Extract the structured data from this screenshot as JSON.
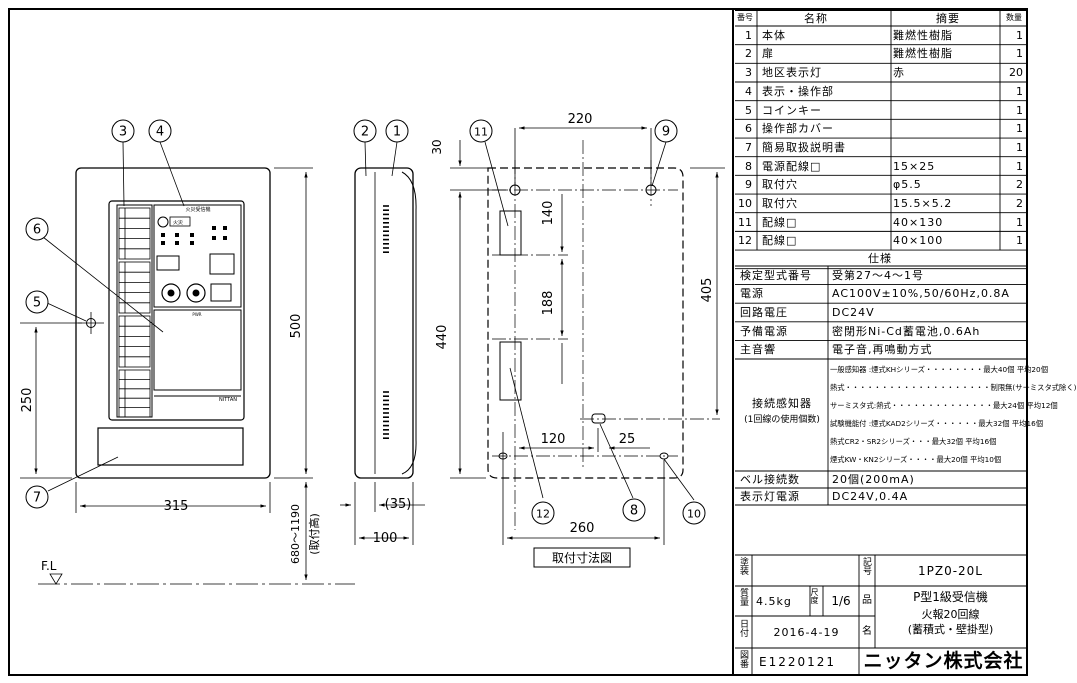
{
  "parts_table": {
    "headers": {
      "no": "番号",
      "name": "名称",
      "summary": "摘要",
      "qty": "数量"
    },
    "rows": [
      {
        "no": "1",
        "name": "本体",
        "summary": "難燃性樹脂",
        "qty": "1"
      },
      {
        "no": "2",
        "name": "扉",
        "summary": "難燃性樹脂",
        "qty": "1"
      },
      {
        "no": "3",
        "name": "地区表示灯",
        "summary": "赤",
        "qty": "20"
      },
      {
        "no": "4",
        "name": "表示・操作部",
        "summary": "",
        "qty": "1"
      },
      {
        "no": "5",
        "name": "コインキー",
        "summary": "",
        "qty": "1"
      },
      {
        "no": "6",
        "name": "操作部カバー",
        "summary": "",
        "qty": "1"
      },
      {
        "no": "7",
        "name": "簡易取扱説明書",
        "summary": "",
        "qty": "1"
      },
      {
        "no": "8",
        "name": "電源配線□",
        "summary": "15×25",
        "qty": "1"
      },
      {
        "no": "9",
        "name": "取付穴",
        "summary": "φ5.5",
        "qty": "2"
      },
      {
        "no": "10",
        "name": "取付穴",
        "summary": "15.5×5.2",
        "qty": "2"
      },
      {
        "no": "11",
        "name": "配線□",
        "summary": "40×130",
        "qty": "1"
      },
      {
        "no": "12",
        "name": "配線□",
        "summary": "40×100",
        "qty": "1"
      }
    ]
  },
  "spec": {
    "title": "仕様",
    "rows": [
      {
        "label": "検定型式番号",
        "value": "受第27～4～1号"
      },
      {
        "label": "電源",
        "value": "AC100V±10%,50/60Hz,0.8A"
      },
      {
        "label": "回路電圧",
        "value": "DC24V"
      },
      {
        "label": "予備電源",
        "value": "密閉形Ni-Cd蓄電池,0.6Ah"
      },
      {
        "label": "主音響",
        "value": "電子音,再鳴動方式"
      }
    ],
    "detector": {
      "label": "接続感知器",
      "sublabel": "(1回線の使用個数)",
      "lines": [
        "一般感知器 :煙式KHシリーズ・・・・・・・・最大40個 平均20個",
        "熱式・・・・・・・・・・・・・・・・・・・・制限無(サーミスタ式除く)",
        "サーミスタ式:熱式・・・・・・・・・・・・・・最大24個 平均12個",
        "試験機能付 :煙式KAD2シリーズ・・・・・・最大32個 平均16個",
        "熱式CR2・SR2シリーズ・・・最大32個 平均16個",
        "煙式KW・KN2シリーズ・・・・最大20個 平均10個"
      ]
    },
    "bell": {
      "label": "ベル接続数",
      "value": "20個(200mA)"
    },
    "lamp": {
      "label": "表示灯電源",
      "value": "DC24V,0.4A"
    }
  },
  "title_block": {
    "painting_label": "塗装",
    "symbol_label": "記号",
    "model": "1PZ0-20L",
    "mass_label": "質量",
    "mass": "4.5kg",
    "scale_label": "尺度",
    "scale": "1/6",
    "product_label": "品",
    "product_line1": "P型1級受信機",
    "product_line2": "火報20回線",
    "product_line3": "(蓄積式・壁掛型)",
    "date_label": "日付",
    "date": "2016-4-19",
    "name_label": "名",
    "drawing_no_label": "図番",
    "drawing_no": "E1220121",
    "company": "ニッタン株式会社"
  },
  "drawing": {
    "dims": {
      "width_front": "315",
      "height_front": "500",
      "height_250": "250",
      "install_height": "680～1190",
      "install_height_note": "(取付高)",
      "depth": "100",
      "depth_door": "(35)",
      "w220": "220",
      "d30": "30",
      "h140": "140",
      "h188": "188",
      "h405": "405",
      "h440": "440",
      "w120": "120",
      "w25": "25",
      "w260": "260"
    },
    "floor_level": "F.L",
    "mounting_caption": "取付寸法図",
    "balloons": [
      "1",
      "2",
      "3",
      "4",
      "5",
      "6",
      "7",
      "8",
      "9",
      "10",
      "11",
      "12"
    ],
    "panel_labels": {
      "receiver_name": "火災受信機",
      "maker": "NITTAN",
      "fire": "火災",
      "power": "PWR"
    }
  }
}
